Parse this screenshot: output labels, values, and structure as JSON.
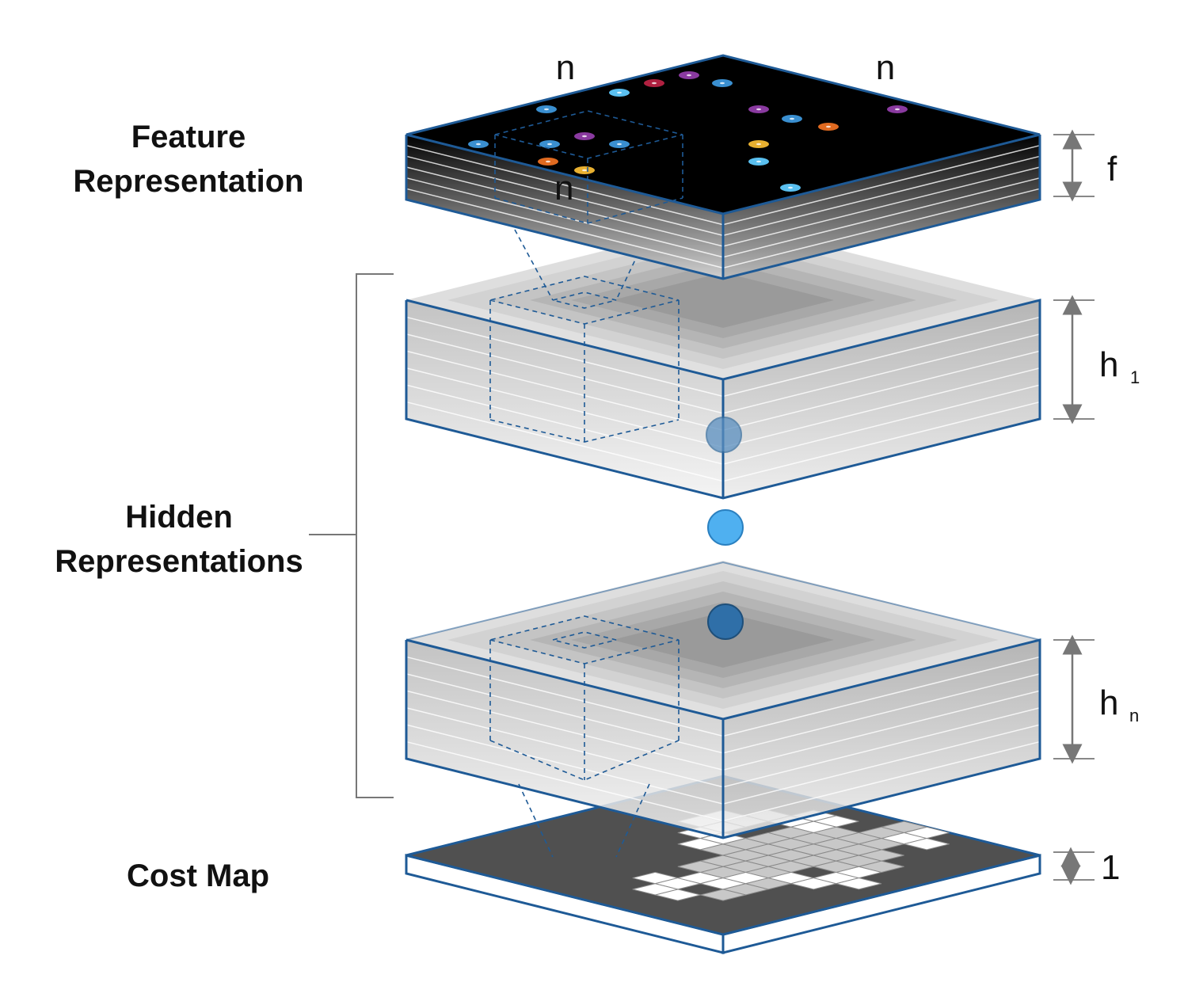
{
  "labels": {
    "feature": [
      "Feature",
      "Representation"
    ],
    "hidden": [
      "Hidden",
      "Representations"
    ],
    "cost": "Cost Map"
  },
  "dims": {
    "n_left": "n",
    "n_right": "n",
    "n_small": "n",
    "f": "f",
    "h1_main": "h",
    "h1_sub": "1",
    "hn_main": "h",
    "hn_sub": "n",
    "one": "1"
  },
  "colors": {
    "edge": "#1e5a96",
    "feature_top": "#000000",
    "cost_dark": "#505050",
    "node_light": "#4fb0f0",
    "node_dark": "#2f6fa8",
    "dot_palette": [
      "#3a8fd0",
      "#8a3aa0",
      "#b02040",
      "#e06a20",
      "#e8b030",
      "#5ac0f0"
    ]
  },
  "icons": [
    "node-circle-icon",
    "dimension-arrow-icon"
  ]
}
